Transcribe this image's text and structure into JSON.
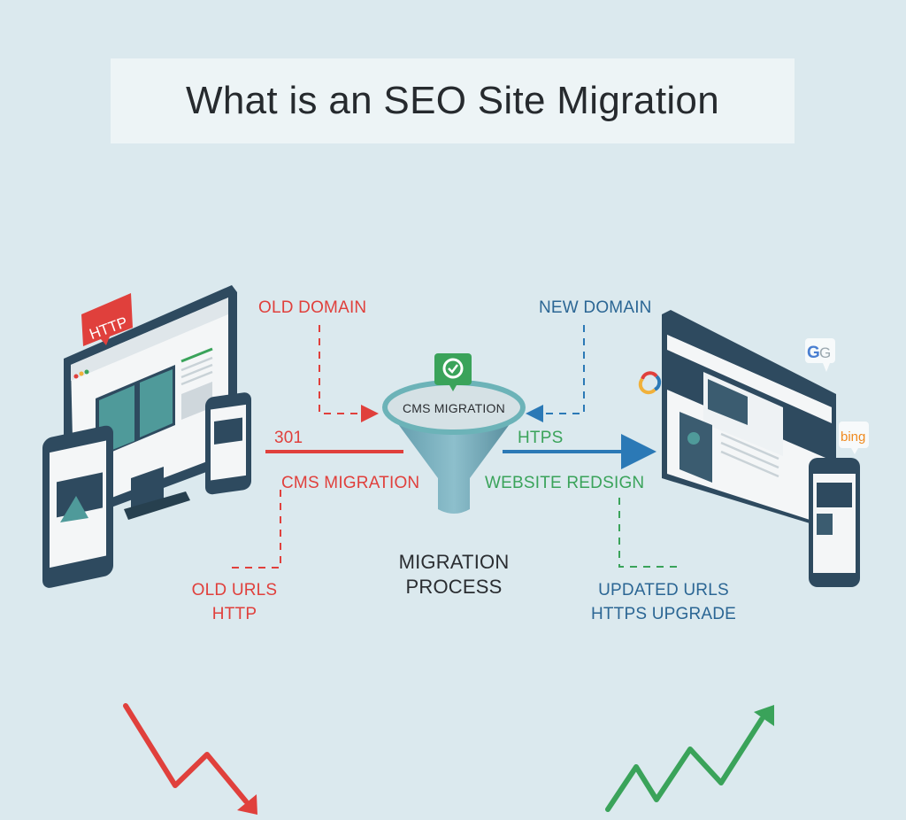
{
  "title": "What is an SEO Site Migration",
  "left": {
    "badge": "HTTP",
    "old_domain": "OLD DOMAIN",
    "redirect_code": "301",
    "cms_migration": "CMS MIGRATION",
    "old_urls_line1": "OLD URLS",
    "old_urls_line2": "HTTP"
  },
  "center": {
    "funnel_label": "CMS MIGRATION",
    "process_line1": "MIGRATION",
    "process_line2": "PROCESS"
  },
  "right": {
    "new_domain": "NEW DOMAIN",
    "https": "HTPS",
    "website_redesign": "WEBSITE REDSIGN",
    "updated_urls_line1": "UPDATED URLS",
    "updated_urls_line2": "HTTPS UPGRADE",
    "search_engines": [
      "google-icon",
      "google-badge-icon",
      "bing-icon"
    ],
    "bing_label": "bing"
  },
  "trends": {
    "left": "traffic-down-arrow",
    "right": "traffic-up-arrow"
  },
  "colors": {
    "background": "#dbe9ee",
    "red": "#e0403c",
    "blue": "#2b6694",
    "green": "#3aa35a",
    "device_dark": "#2e4a5f",
    "teal": "#4f9a9a"
  }
}
